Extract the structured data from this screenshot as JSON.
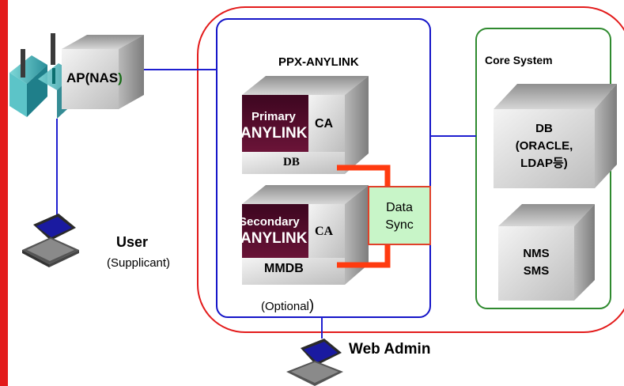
{
  "nodes": {
    "ap": "AP(NAS",
    "ap_close": ")",
    "ppx_title": "PPX-ANYLINK",
    "primary_role": "Primary",
    "primary_name": "ANYLINK",
    "primary_ca": "CA",
    "primary_db": "DB",
    "secondary_role": "Secondary",
    "secondary_name": "ANYLINK",
    "secondary_ca": "CA",
    "secondary_db": "MMDB",
    "optional": "(Optional",
    "optional_close": ")",
    "data_sync_line1": "Data",
    "data_sync_line2": "Sync",
    "core_title": "Core System",
    "core_db_line1": "DB",
    "core_db_line2": "(ORACLE,",
    "core_db_line3": "LDAP등)",
    "core_nms": "NMS",
    "core_sms": "SMS",
    "user": "User",
    "user_sub": "(Supplicant)",
    "web_admin": "Web Admin"
  },
  "colors": {
    "outer_boundary": "#e31b1b",
    "left_bar": "#e31b1b",
    "ppx_box": "#1414c8",
    "core_box": "#2f8a2f",
    "link": "#1f1fd0",
    "sync_link": "#ff3b10",
    "server_maroon": "#5a0a2e",
    "server_gray": "#c8c8c8",
    "sync_fill": "#c8f5c8",
    "sync_border": "#e0402a"
  },
  "icons": [
    "wireless-ap-icon",
    "laptop-icon"
  ]
}
